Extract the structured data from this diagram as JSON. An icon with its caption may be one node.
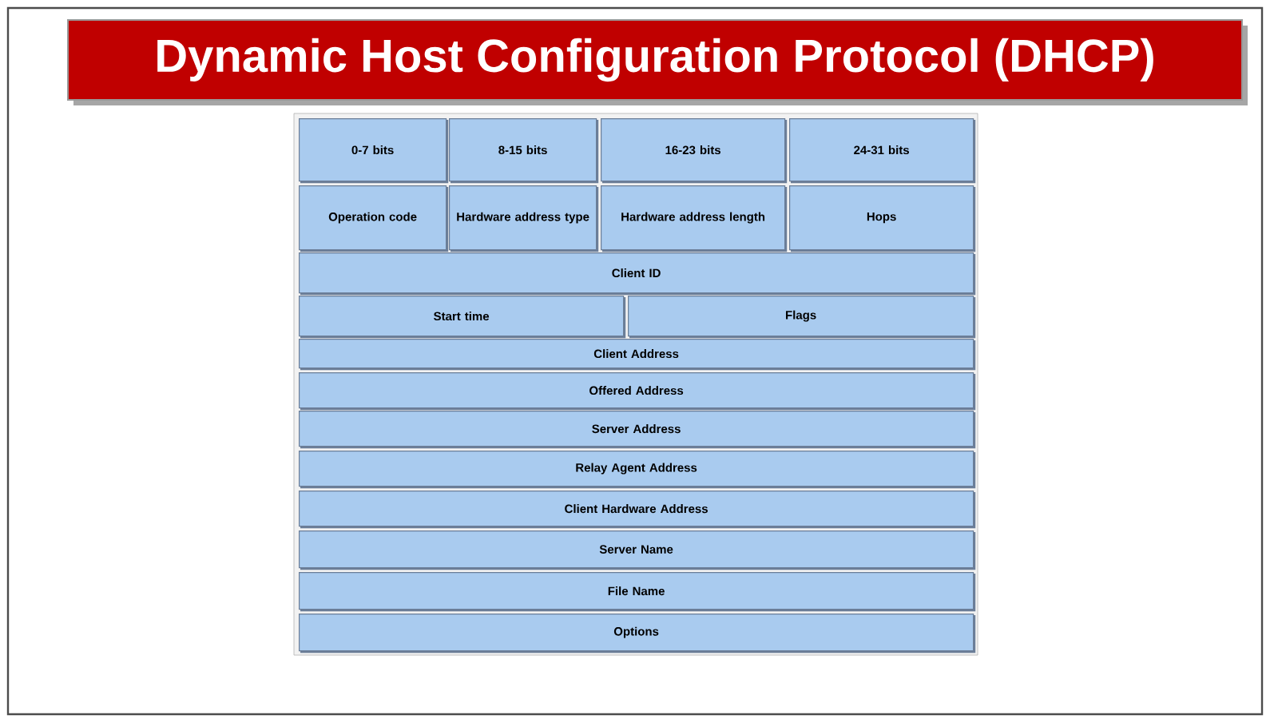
{
  "diagram": {
    "title": "Dynamic Host Configuration Protocol (DHCP)",
    "nodes": [
      {
        "text": [
          "0-7 bits"
        ]
      },
      {
        "text": [
          "8-15 bits"
        ]
      },
      {
        "text": [
          "16-23 bits"
        ]
      },
      {
        "text": [
          "24-31 bits"
        ]
      },
      {
        "text": [
          "Operation code"
        ]
      },
      {
        "text": [
          "Hardware address type"
        ]
      },
      {
        "text": [
          "Hardware address length"
        ]
      },
      {
        "text": [
          "Hops"
        ]
      },
      {
        "text": [
          "Client ID"
        ]
      },
      {
        "text": [
          "Start time"
        ]
      },
      {
        "text": [
          "Flags"
        ]
      },
      {
        "text": [
          "Client Address"
        ]
      },
      {
        "text": [
          "Offered Address"
        ]
      },
      {
        "text": [
          "Server Address"
        ]
      },
      {
        "text": [
          "Relay Agent Address"
        ]
      },
      {
        "text": [
          "Client Hardware Address"
        ]
      },
      {
        "text": [
          "Server Name"
        ]
      },
      {
        "text": [
          "File Name"
        ]
      },
      {
        "text": [
          "Options"
        ]
      }
    ],
    "edges": []
  }
}
